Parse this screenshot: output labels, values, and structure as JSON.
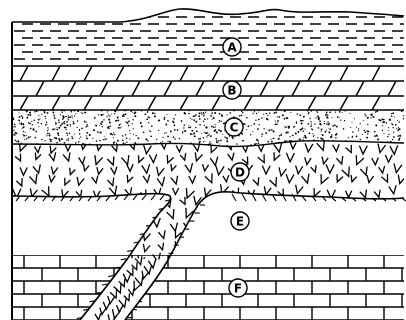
{
  "diagram": {
    "layers": [
      {
        "id": "A",
        "label": "A",
        "pattern": "dashed-lines"
      },
      {
        "id": "B",
        "label": "B",
        "pattern": "brick-slanted"
      },
      {
        "id": "C",
        "label": "C",
        "pattern": "stipple"
      },
      {
        "id": "D",
        "label": "D",
        "pattern": "v-marks"
      },
      {
        "id": "E",
        "label": "E",
        "pattern": "blank"
      },
      {
        "id": "F",
        "label": "F",
        "pattern": "brick"
      }
    ],
    "colors": {
      "ink": "#000000",
      "paper": "#ffffff"
    }
  }
}
